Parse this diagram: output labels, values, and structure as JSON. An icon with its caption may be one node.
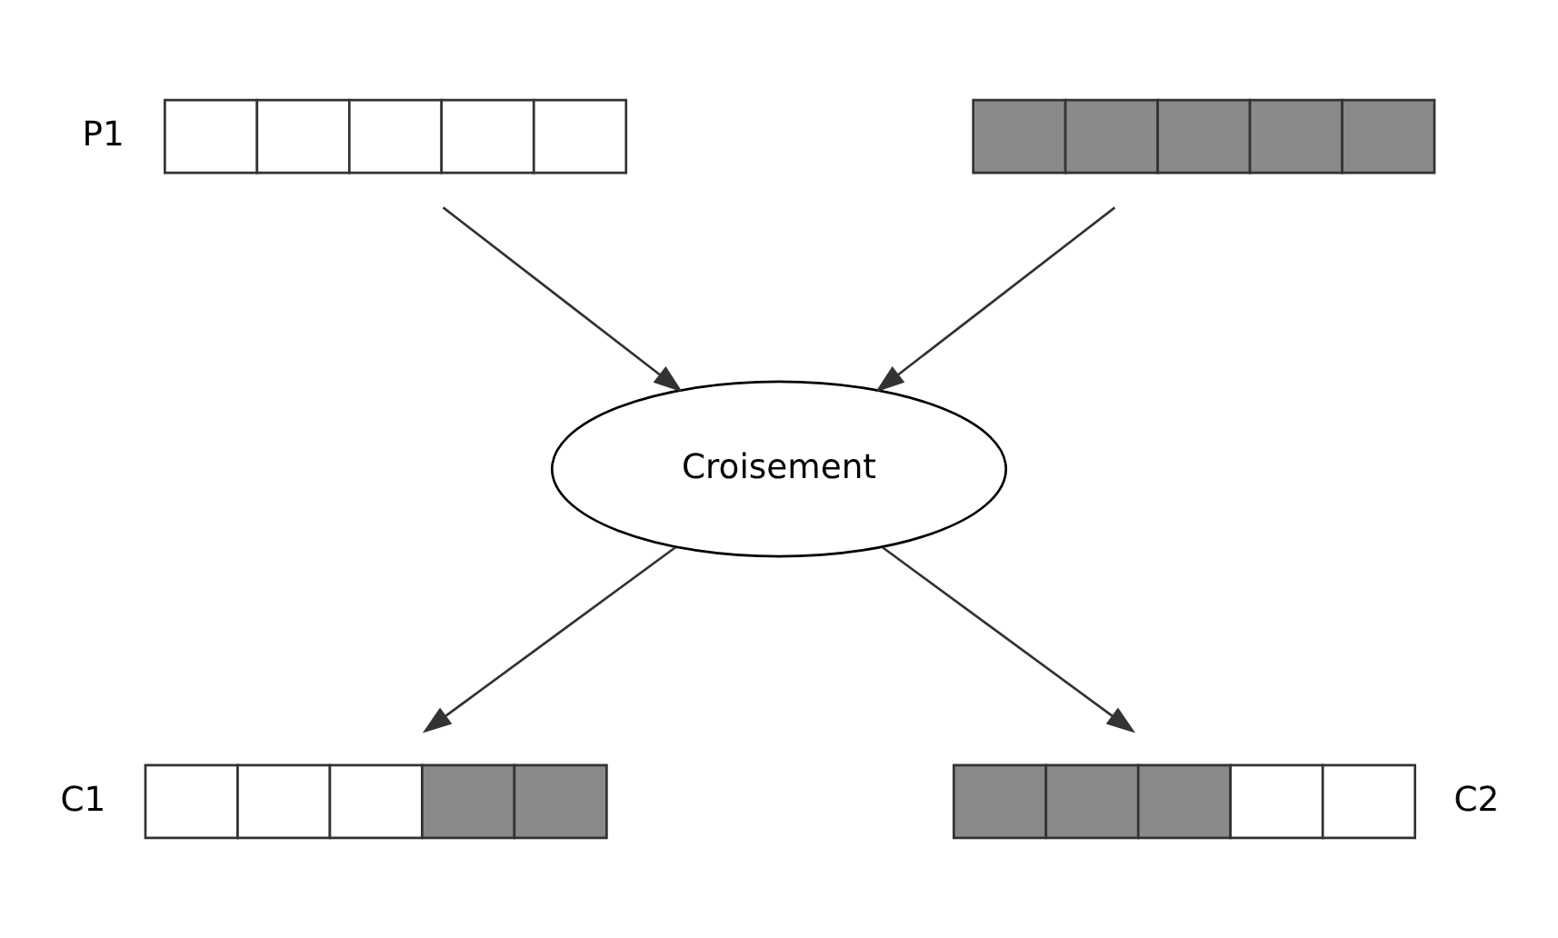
{
  "diagram": {
    "nodes": [
      {
        "text": [],
        "shape": "bar",
        "beside": [
          "P1"
        ]
      },
      {
        "text": [],
        "shape": "bar"
      },
      {
        "text": [
          "Croisement"
        ]
      },
      {
        "text": [],
        "shape": "bar",
        "beside": [
          "C1"
        ]
      },
      {
        "text": [],
        "shape": "bar",
        "beside": [
          "C2"
        ]
      }
    ],
    "edges": [
      {
        "from": 0,
        "to": 2,
        "arrow": "to"
      },
      {
        "from": 1,
        "to": 2,
        "arrow": "to"
      },
      {
        "from": 2,
        "to": 3,
        "arrow": "to"
      },
      {
        "from": 2,
        "to": 4,
        "arrow": "to"
      }
    ]
  }
}
